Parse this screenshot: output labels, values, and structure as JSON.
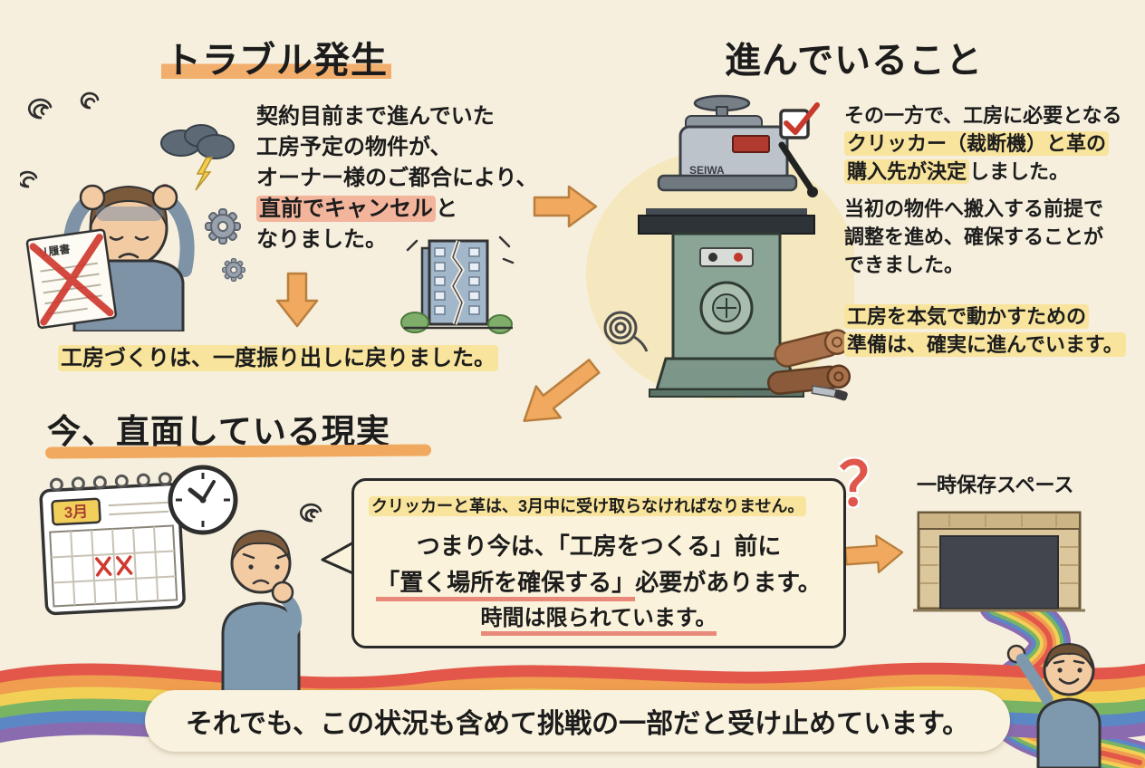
{
  "trouble": {
    "title": "トラブル発生",
    "line1": "契約目前まで進んでいた",
    "line2": "工房予定の物件が、",
    "line3": "オーナー様のご都合により、",
    "line4_hl": "直前でキャンセル",
    "line4_post": "と",
    "line5": "なりました。",
    "result": "工房づくりは、一度振り出しに戻りました。",
    "document_label": "リ履書"
  },
  "progress": {
    "title": "進んでいること",
    "p1_line1": "その一方で、工房に必要となる",
    "p1_line2": "クリッカー（裁断機）と革の",
    "p1_line3_hl": "購入先が決定",
    "p1_line3_post": "しました。",
    "p2_line1": "当初の物件へ搬入する前提で",
    "p2_line2": "調整を進め、確保することが",
    "p2_line3": "できました。",
    "p3_line1": "工房を本気で動かすための",
    "p3_line2": "準備は、確実に進んでいます。",
    "machine_label": "SEIWA"
  },
  "reality": {
    "title": "今、直面している現実",
    "calendar_month": "3月",
    "bubble_line1": "クリッカーと革は、3月中に受け取らなければなりません。",
    "bubble_line2": "つまり今は、「工房をつくる」前に",
    "bubble_line3_hl": "「置く場所を確保する」",
    "bubble_line3_post": "必要があります。",
    "bubble_line4": "時間は限られています。",
    "question_mark": "？",
    "storage_label": "一時保存スペース"
  },
  "footer": {
    "message": "それでも、この状況も含めて挑戦の一部だと受け止めています。"
  },
  "colors": {
    "background": "#f6efdd",
    "highlight_yellow": "#f8e49c",
    "highlight_pink": "#f3b49c",
    "highlight_orange": "#f2ae6c",
    "arrow_orange": "#f0a95e",
    "accent_red": "#d9453a",
    "machine_green": "#87a193"
  }
}
